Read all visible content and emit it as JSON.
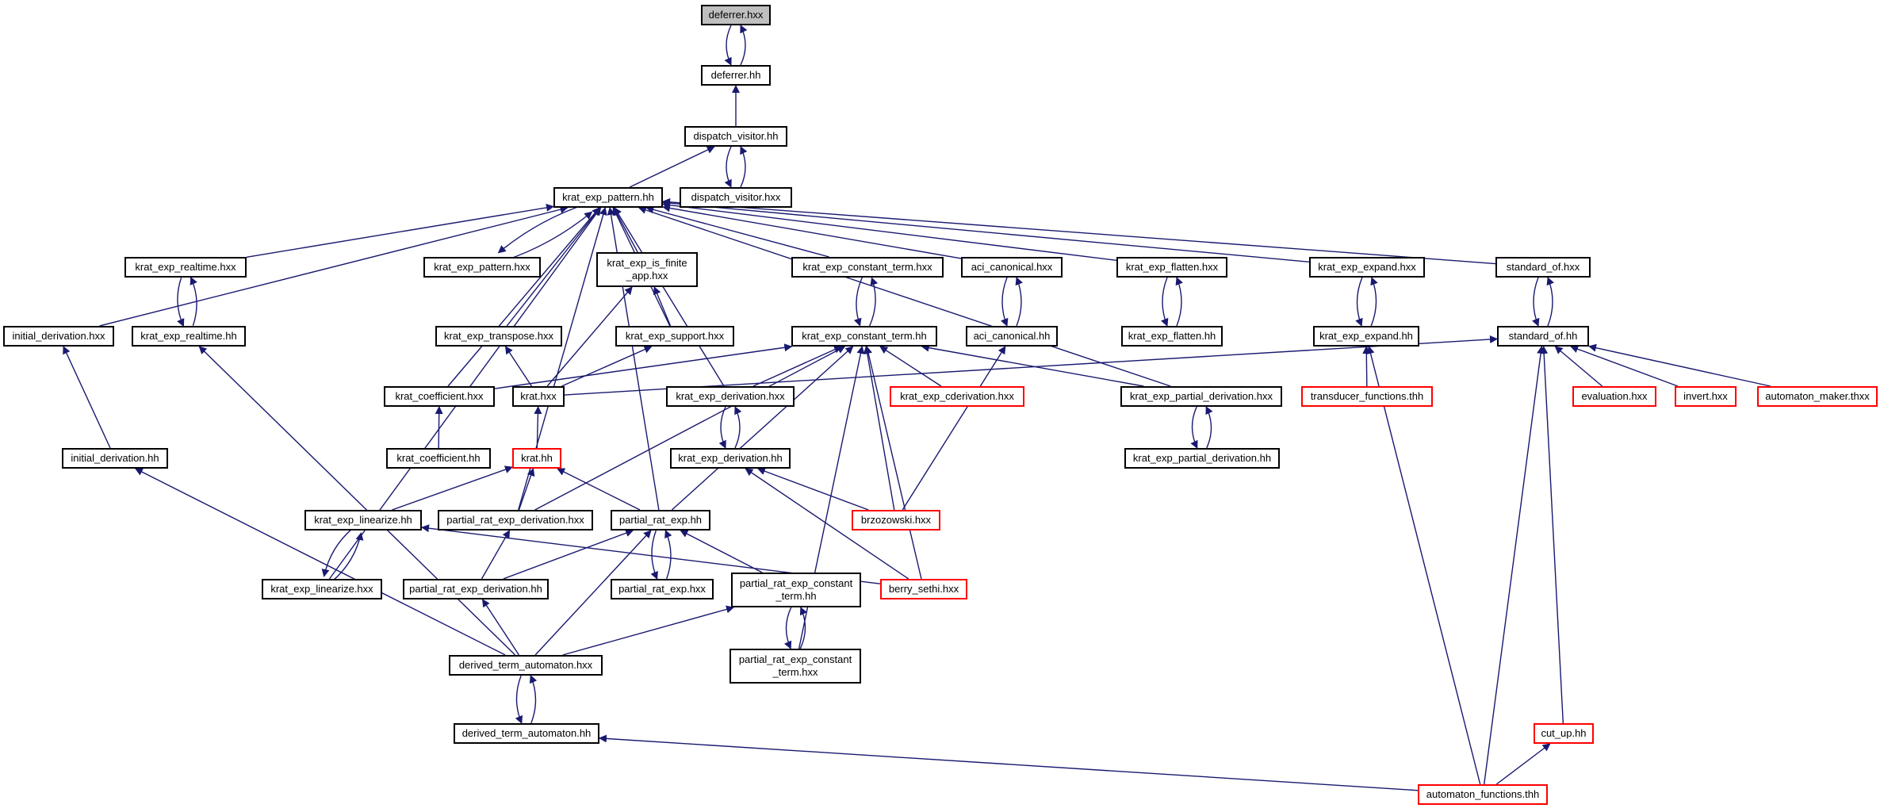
{
  "colors": {
    "edge": "#191970",
    "node_border": "#000000",
    "incomplete_border": "#ff0000",
    "root_fill": "#bfbfbf",
    "background": "#ffffff"
  },
  "nodes": {
    "deferrer_hxx": "deferrer.hxx",
    "deferrer_hh": "deferrer.hh",
    "dispatch_visitor_hh": "dispatch_visitor.hh",
    "dispatch_visitor_hxx": "dispatch_visitor.hxx",
    "krat_exp_pattern_hh": "krat_exp_pattern.hh",
    "krat_exp_realtime_hxx": "krat_exp_realtime.hxx",
    "krat_exp_pattern_hxx": "krat_exp_pattern.hxx",
    "krat_exp_is_finite_app_hxx": "krat_exp_is_finite\n_app.hxx",
    "krat_exp_constant_term_hxx": "krat_exp_constant_term.hxx",
    "aci_canonical_hxx": "aci_canonical.hxx",
    "krat_exp_flatten_hxx": "krat_exp_flatten.hxx",
    "krat_exp_expand_hxx": "krat_exp_expand.hxx",
    "standard_of_hxx": "standard_of.hxx",
    "initial_derivation_hxx": "initial_derivation.hxx",
    "krat_exp_realtime_hh": "krat_exp_realtime.hh",
    "krat_exp_transpose_hxx": "krat_exp_transpose.hxx",
    "krat_exp_support_hxx": "krat_exp_support.hxx",
    "krat_exp_constant_term_hh": "krat_exp_constant_term.hh",
    "aci_canonical_hh": "aci_canonical.hh",
    "krat_exp_flatten_hh": "krat_exp_flatten.hh",
    "krat_exp_expand_hh": "krat_exp_expand.hh",
    "standard_of_hh": "standard_of.hh",
    "krat_coefficient_hxx": "krat_coefficient.hxx",
    "krat_hxx": "krat.hxx",
    "krat_exp_derivation_hxx": "krat_exp_derivation.hxx",
    "krat_exp_cderivation_hxx": "krat_exp_cderivation.hxx",
    "krat_exp_partial_derivation_hxx": "krat_exp_partial_derivation.hxx",
    "transducer_functions_thh": "transducer_functions.thh",
    "evaluation_hxx": "evaluation.hxx",
    "invert_hxx": "invert.hxx",
    "automaton_maker_thxx": "automaton_maker.thxx",
    "initial_derivation_hh": "initial_derivation.hh",
    "krat_coefficient_hh": "krat_coefficient.hh",
    "krat_hh": "krat.hh",
    "krat_exp_derivation_hh": "krat_exp_derivation.hh",
    "krat_exp_partial_derivation_hh": "krat_exp_partial_derivation.hh",
    "krat_exp_linearize_hh": "krat_exp_linearize.hh",
    "partial_rat_exp_derivation_hxx": "partial_rat_exp_derivation.hxx",
    "partial_rat_exp_hh": "partial_rat_exp.hh",
    "brzozowski_hxx": "brzozowski.hxx",
    "krat_exp_linearize_hxx": "krat_exp_linearize.hxx",
    "partial_rat_exp_derivation_hh": "partial_rat_exp_derivation.hh",
    "partial_rat_exp_hxx": "partial_rat_exp.hxx",
    "partial_rat_exp_constant_term_hh": "partial_rat_exp_constant\n_term.hh",
    "berry_sethi_hxx": "berry_sethi.hxx",
    "derived_term_automaton_hxx": "derived_term_automaton.hxx",
    "partial_rat_exp_constant_term_hxx": "partial_rat_exp_constant\n_term.hxx",
    "derived_term_automaton_hh": "derived_term_automaton.hh",
    "cut_up_hh": "cut_up.hh",
    "automaton_functions_thh": "automaton_functions.thh"
  },
  "edges": [
    [
      "deferrer_hh",
      "deferrer_hxx"
    ],
    [
      "deferrer_hxx",
      "deferrer_hh"
    ],
    [
      "dispatch_visitor_hh",
      "deferrer_hh"
    ],
    [
      "krat_exp_pattern_hh",
      "dispatch_visitor_hh"
    ],
    [
      "dispatch_visitor_hxx",
      "dispatch_visitor_hh"
    ],
    [
      "dispatch_visitor_hh",
      "dispatch_visitor_hxx"
    ],
    [
      "krat_exp_realtime_hxx",
      "krat_exp_pattern_hh"
    ],
    [
      "krat_exp_pattern_hxx",
      "krat_exp_pattern_hh"
    ],
    [
      "krat_exp_pattern_hh",
      "krat_exp_pattern_hxx"
    ],
    [
      "krat_exp_is_finite_app_hxx",
      "krat_exp_pattern_hh"
    ],
    [
      "krat_exp_constant_term_hxx",
      "krat_exp_pattern_hh"
    ],
    [
      "aci_canonical_hxx",
      "krat_exp_pattern_hh"
    ],
    [
      "krat_exp_flatten_hxx",
      "krat_exp_pattern_hh"
    ],
    [
      "krat_exp_expand_hxx",
      "krat_exp_pattern_hh"
    ],
    [
      "standard_of_hxx",
      "krat_exp_pattern_hh"
    ],
    [
      "initial_derivation_hxx",
      "krat_exp_pattern_hh"
    ],
    [
      "krat_exp_transpose_hxx",
      "krat_exp_pattern_hh"
    ],
    [
      "krat_exp_support_hxx",
      "krat_exp_pattern_hh"
    ],
    [
      "krat_coefficient_hxx",
      "krat_exp_pattern_hh"
    ],
    [
      "krat_exp_derivation_hxx",
      "krat_exp_pattern_hh"
    ],
    [
      "krat_exp_partial_derivation_hxx",
      "krat_exp_pattern_hh"
    ],
    [
      "krat_exp_linearize_hxx",
      "krat_exp_pattern_hh"
    ],
    [
      "partial_rat_exp_derivation_hxx",
      "krat_exp_pattern_hh"
    ],
    [
      "partial_rat_exp_hh",
      "krat_exp_pattern_hh"
    ],
    [
      "krat_exp_realtime_hh",
      "krat_exp_realtime_hxx"
    ],
    [
      "krat_exp_realtime_hxx",
      "krat_exp_realtime_hh"
    ],
    [
      "krat_exp_constant_term_hh",
      "krat_exp_constant_term_hxx"
    ],
    [
      "krat_exp_constant_term_hxx",
      "krat_exp_constant_term_hh"
    ],
    [
      "aci_canonical_hh",
      "aci_canonical_hxx"
    ],
    [
      "aci_canonical_hxx",
      "aci_canonical_hh"
    ],
    [
      "krat_exp_flatten_hh",
      "krat_exp_flatten_hxx"
    ],
    [
      "krat_exp_flatten_hxx",
      "krat_exp_flatten_hh"
    ],
    [
      "krat_exp_expand_hh",
      "krat_exp_expand_hxx"
    ],
    [
      "krat_exp_expand_hxx",
      "krat_exp_expand_hh"
    ],
    [
      "standard_of_hh",
      "standard_of_hxx"
    ],
    [
      "standard_of_hxx",
      "standard_of_hh"
    ],
    [
      "krat_exp_support_hxx",
      "krat_exp_is_finite_app_hxx"
    ],
    [
      "krat_hxx",
      "krat_exp_is_finite_app_hxx"
    ],
    [
      "krat_hxx",
      "krat_exp_transpose_hxx"
    ],
    [
      "krat_hxx",
      "krat_exp_support_hxx"
    ],
    [
      "krat_hxx",
      "standard_of_hh"
    ],
    [
      "krat_hh",
      "krat_hxx"
    ],
    [
      "krat_coefficient_hh",
      "krat_coefficient_hxx"
    ],
    [
      "initial_derivation_hh",
      "initial_derivation_hxx"
    ],
    [
      "derived_term_automaton_hxx",
      "initial_derivation_hh"
    ],
    [
      "derived_term_automaton_hxx",
      "krat_exp_realtime_hh"
    ],
    [
      "krat_coefficient_hxx",
      "krat_exp_constant_term_hh"
    ],
    [
      "krat_exp_derivation_hxx",
      "krat_exp_constant_term_hh"
    ],
    [
      "krat_exp_cderivation_hxx",
      "krat_exp_constant_term_hh"
    ],
    [
      "krat_exp_partial_derivation_hxx",
      "krat_exp_constant_term_hh"
    ],
    [
      "brzozowski_hxx",
      "krat_exp_constant_term_hh"
    ],
    [
      "berry_sethi_hxx",
      "krat_exp_constant_term_hh"
    ],
    [
      "partial_rat_exp_derivation_hxx",
      "krat_exp_constant_term_hh"
    ],
    [
      "partial_rat_exp_hh",
      "krat_exp_constant_term_hh"
    ],
    [
      "partial_rat_exp_constant_term_hxx",
      "krat_exp_constant_term_hh"
    ],
    [
      "krat_exp_derivation_hh",
      "krat_exp_derivation_hxx"
    ],
    [
      "krat_exp_derivation_hxx",
      "krat_exp_derivation_hh"
    ],
    [
      "brzozowski_hxx",
      "krat_exp_derivation_hh"
    ],
    [
      "berry_sethi_hxx",
      "krat_exp_derivation_hh"
    ],
    [
      "brzozowski_hxx",
      "aci_canonical_hh"
    ],
    [
      "krat_exp_partial_derivation_hh",
      "krat_exp_partial_derivation_hxx"
    ],
    [
      "krat_exp_partial_derivation_hxx",
      "krat_exp_partial_derivation_hh"
    ],
    [
      "transducer_functions_thh",
      "krat_exp_expand_hh"
    ],
    [
      "automaton_functions_thh",
      "krat_exp_expand_hh"
    ],
    [
      "evaluation_hxx",
      "standard_of_hh"
    ],
    [
      "invert_hxx",
      "standard_of_hh"
    ],
    [
      "automaton_maker_thxx",
      "standard_of_hh"
    ],
    [
      "cut_up_hh",
      "standard_of_hh"
    ],
    [
      "automaton_functions_thh",
      "standard_of_hh"
    ],
    [
      "automaton_functions_thh",
      "cut_up_hh"
    ],
    [
      "automaton_functions_thh",
      "derived_term_automaton_hh"
    ],
    [
      "krat_exp_linearize_hh",
      "krat_hh"
    ],
    [
      "partial_rat_exp_derivation_hxx",
      "krat_hh"
    ],
    [
      "partial_rat_exp_hh",
      "krat_hh"
    ],
    [
      "krat_exp_linearize_hxx",
      "krat_exp_linearize_hh"
    ],
    [
      "krat_exp_linearize_hh",
      "krat_exp_linearize_hxx"
    ],
    [
      "berry_sethi_hxx",
      "krat_exp_linearize_hh"
    ],
    [
      "partial_rat_exp_derivation_hh",
      "partial_rat_exp_derivation_hxx"
    ],
    [
      "partial_rat_exp_derivation_hh",
      "partial_rat_exp_hh"
    ],
    [
      "partial_rat_exp_hxx",
      "partial_rat_exp_hh"
    ],
    [
      "partial_rat_exp_hh",
      "partial_rat_exp_hxx"
    ],
    [
      "partial_rat_exp_constant_term_hh",
      "partial_rat_exp_hh"
    ],
    [
      "derived_term_automaton_hxx",
      "partial_rat_exp_hh"
    ],
    [
      "derived_term_automaton_hxx",
      "partial_rat_exp_derivation_hh"
    ],
    [
      "derived_term_automaton_hxx",
      "partial_rat_exp_constant_term_hh"
    ],
    [
      "partial_rat_exp_constant_term_hxx",
      "partial_rat_exp_constant_term_hh"
    ],
    [
      "partial_rat_exp_constant_term_hh",
      "partial_rat_exp_constant_term_hxx"
    ],
    [
      "derived_term_automaton_hh",
      "derived_term_automaton_hxx"
    ],
    [
      "derived_term_automaton_hxx",
      "derived_term_automaton_hh"
    ]
  ]
}
